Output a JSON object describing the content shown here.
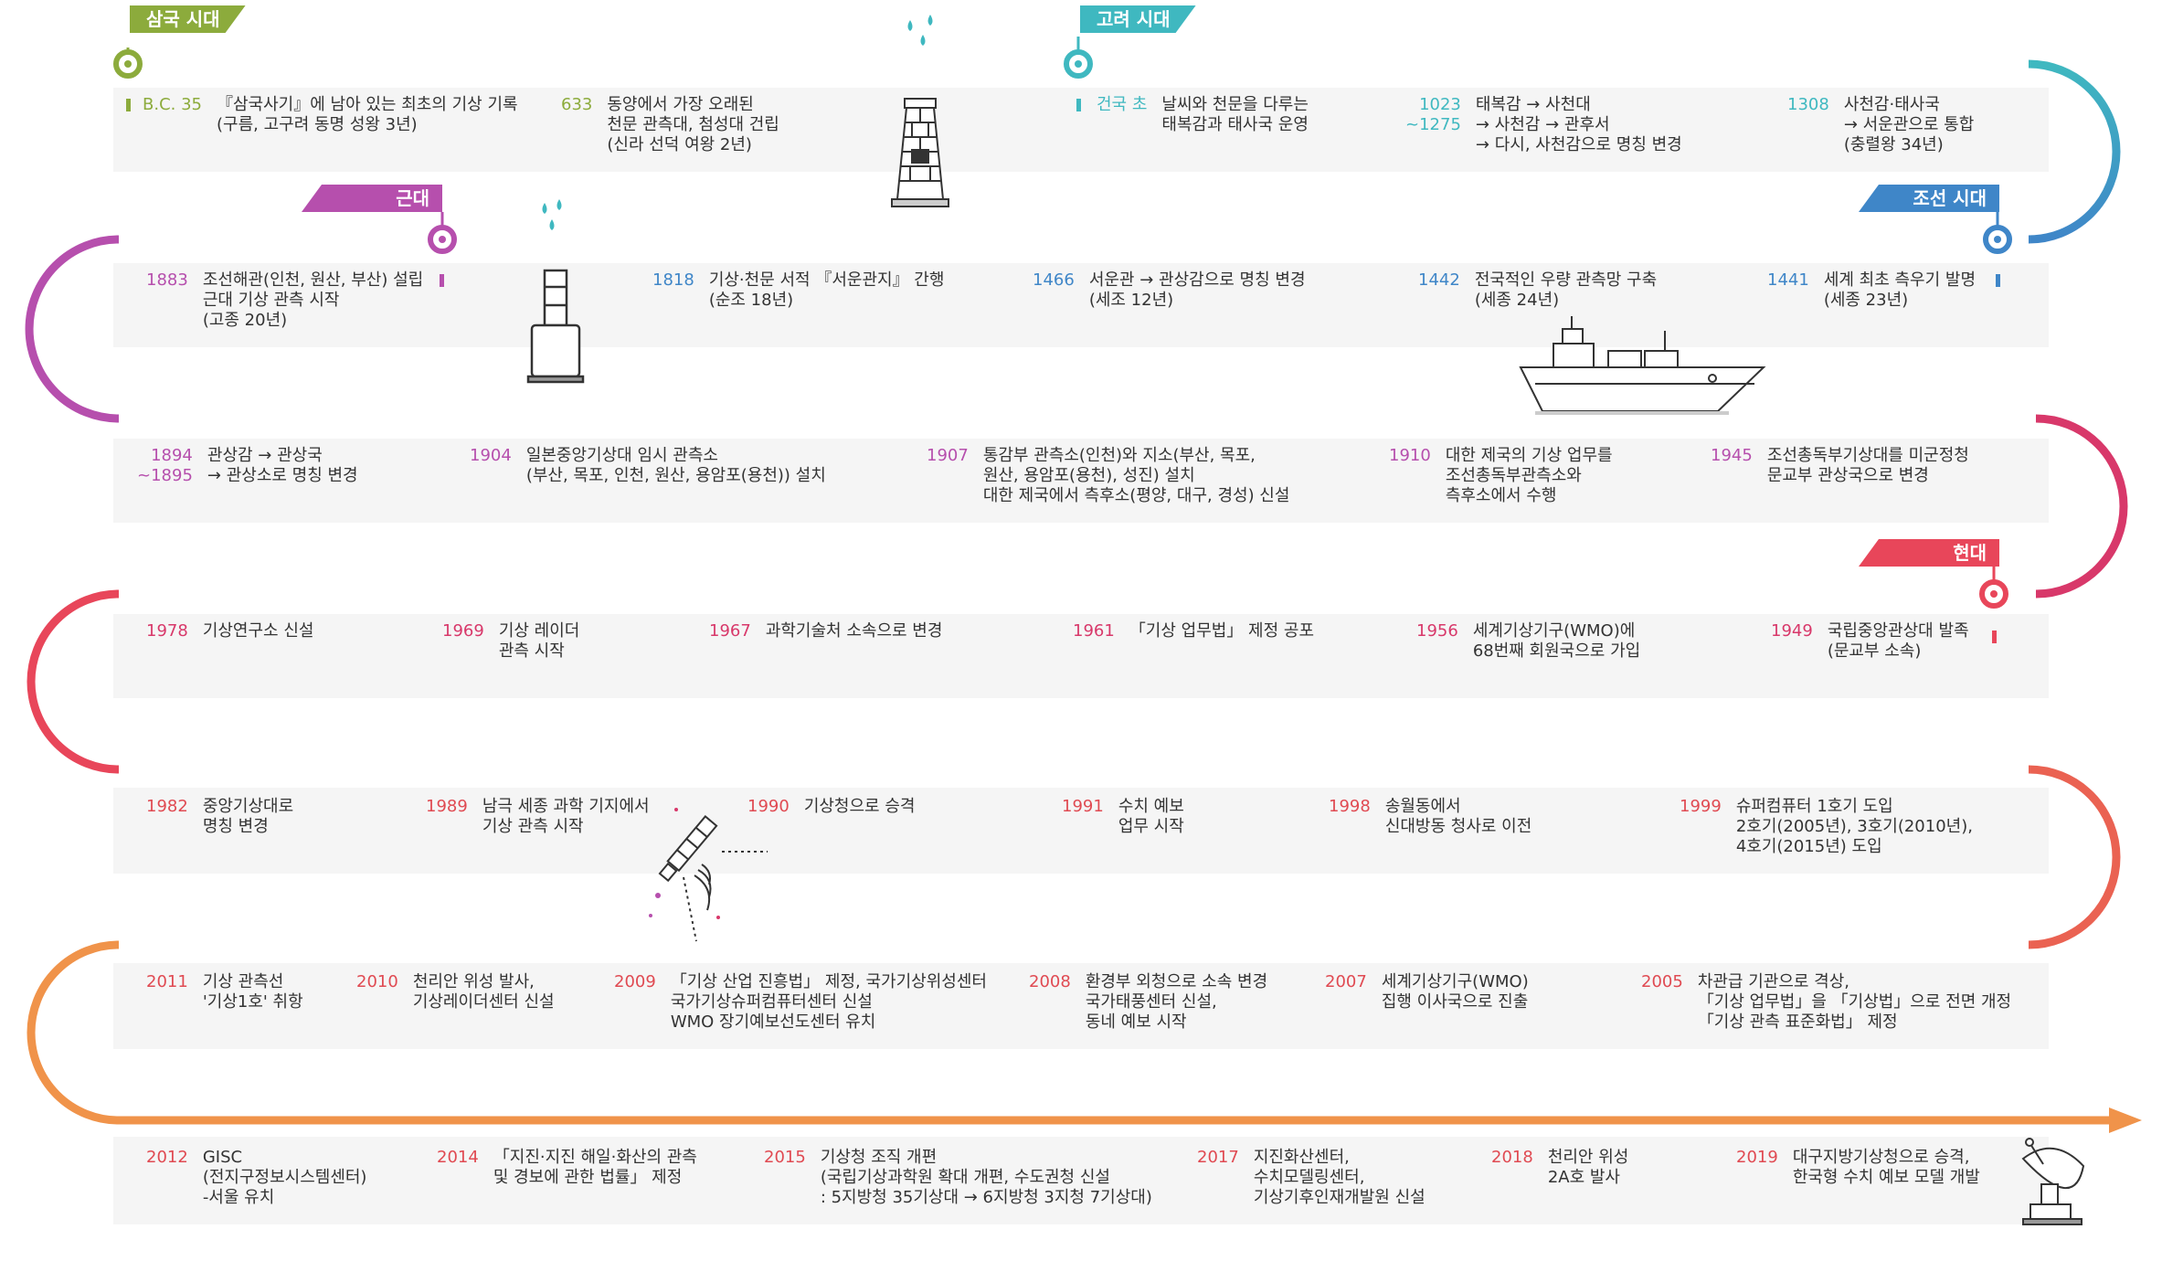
{
  "colors": {
    "olive": "#8cab3c",
    "teal": "#3fb8c0",
    "blue": "#3f86c8",
    "purple": "#b64fad",
    "pink": "#d8386a",
    "red": "#e8465a",
    "coral": "#ea6252",
    "orange": "#f0934a",
    "band": "#f5f5f5",
    "text": "#333333"
  },
  "eras": [
    {
      "label": "삼국 시대",
      "color": "#8cab3c"
    },
    {
      "label": "고려 시대",
      "color": "#3fb8c0"
    },
    {
      "label": "근대",
      "color": "#b64fad"
    },
    {
      "label": "조선 시대",
      "color": "#3f86c8"
    },
    {
      "label": "현대",
      "color": "#e8465a"
    }
  ],
  "rows": [
    {
      "color": "#8cab3c",
      "entries": [
        {
          "year": [
            "B.C. 35"
          ],
          "text": [
            "『삼국사기』에 남아 있는 최초의 기상 기록",
            "(구름, 고구려 동명 성왕 3년)"
          ],
          "yearColor": "#8cab3c"
        },
        {
          "year": [
            "633"
          ],
          "text": [
            "동양에서 가장 오래된",
            "천문 관측대, 첨성대 건립",
            "(신라 선덕 여왕 2년)"
          ],
          "yearColor": "#8cab3c"
        },
        {
          "year": [
            "건국 초"
          ],
          "text": [
            "날씨와 천문을 다루는",
            "태복감과 태사국 운영"
          ],
          "yearColor": "#3fb8c0"
        },
        {
          "year": [
            "1023",
            "~1275"
          ],
          "text": [
            "태복감 → 사천대",
            "→ 사천감 → 관후서",
            "→ 다시, 사천감으로 명칭 변경"
          ],
          "yearColor": "#3fb8c0"
        },
        {
          "year": [
            "1308"
          ],
          "text": [
            "사천감·태사국",
            "→ 서운관으로 통합",
            "(충렬왕 34년)"
          ],
          "yearColor": "#3fb8c0"
        }
      ]
    },
    {
      "color": "#3f86c8",
      "entries": [
        {
          "year": [
            "1883"
          ],
          "text": [
            "조선해관(인천, 원산, 부산) 설립",
            "근대 기상 관측 시작",
            "(고종 20년)"
          ],
          "yearColor": "#b64fad"
        },
        {
          "year": [
            "1818"
          ],
          "text": [
            "기상·천문 서적 『서운관지』 간행",
            "(순조 18년)"
          ],
          "yearColor": "#3f86c8"
        },
        {
          "year": [
            "1466"
          ],
          "text": [
            "서운관 → 관상감으로 명칭 변경",
            "(세조 12년)"
          ],
          "yearColor": "#3f86c8"
        },
        {
          "year": [
            "1442"
          ],
          "text": [
            "전국적인 우량 관측망 구축",
            "(세종 24년)"
          ],
          "yearColor": "#3f86c8"
        },
        {
          "year": [
            "1441"
          ],
          "text": [
            "세계 최초 측우기 발명",
            "(세종 23년)"
          ],
          "yearColor": "#3f86c8"
        }
      ]
    },
    {
      "color": "#b64fad",
      "entries": [
        {
          "year": [
            "1894",
            "~1895"
          ],
          "text": [
            "관상감 → 관상국",
            " → 관상소로 명칭 변경"
          ],
          "yearColor": "#b64fad"
        },
        {
          "year": [
            "1904"
          ],
          "text": [
            "일본중앙기상대 임시 관측소",
            "(부산, 목포, 인천, 원산, 용암포(용천)) 설치"
          ],
          "yearColor": "#b64fad"
        },
        {
          "year": [
            "1907"
          ],
          "text": [
            "통감부 관측소(인천)와 지소(부산, 목포,",
            "원산, 용암포(용천), 성진) 설치",
            "대한 제국에서 측후소(평양, 대구, 경성) 신설"
          ],
          "yearColor": "#b64fad"
        },
        {
          "year": [
            "1910"
          ],
          "text": [
            "대한 제국의 기상 업무를",
            "조선총독부관측소와",
            "측후소에서 수행"
          ],
          "yearColor": "#b64fad"
        },
        {
          "year": [
            "1945"
          ],
          "text": [
            "조선총독부기상대를 미군정청",
            "문교부 관상국으로 변경"
          ],
          "yearColor": "#b64fad"
        }
      ]
    },
    {
      "color": "#d8386a",
      "entries": [
        {
          "year": [
            "1978"
          ],
          "text": [
            "기상연구소 신설"
          ],
          "yearColor": "#d8386a"
        },
        {
          "year": [
            "1969"
          ],
          "text": [
            "기상 레이더",
            "관측 시작"
          ],
          "yearColor": "#d8386a"
        },
        {
          "year": [
            "1967"
          ],
          "text": [
            "과학기술처 소속으로 변경"
          ],
          "yearColor": "#d8386a"
        },
        {
          "year": [
            "1961"
          ],
          "text": [
            "「기상 업무법」 제정 공포"
          ],
          "yearColor": "#d8386a"
        },
        {
          "year": [
            "1956"
          ],
          "text": [
            "세계기상기구(WMO)에",
            "68번째 회원국으로 가입"
          ],
          "yearColor": "#d8386a"
        },
        {
          "year": [
            "1949"
          ],
          "text": [
            "국립중앙관상대 발족",
            "(문교부 소속)"
          ],
          "yearColor": "#d8386a"
        }
      ]
    },
    {
      "color": "#e8465a",
      "entries": [
        {
          "year": [
            "1982"
          ],
          "text": [
            "중앙기상대로",
            "명칭 변경"
          ],
          "yearColor": "#e04a52"
        },
        {
          "year": [
            "1989"
          ],
          "text": [
            "남극 세종 과학 기지에서",
            "기상 관측 시작"
          ],
          "yearColor": "#e04a52"
        },
        {
          "year": [
            "1990"
          ],
          "text": [
            "기상청으로 승격"
          ],
          "yearColor": "#e04a52"
        },
        {
          "year": [
            "1991"
          ],
          "text": [
            "수치 예보",
            "업무 시작"
          ],
          "yearColor": "#e04a52"
        },
        {
          "year": [
            "1998"
          ],
          "text": [
            "송월동에서",
            "신대방동 청사로 이전"
          ],
          "yearColor": "#e04a52"
        },
        {
          "year": [
            "1999"
          ],
          "text": [
            "슈퍼컴퓨터 1호기 도입",
            "2호기(2005년), 3호기(2010년),",
            "4호기(2015년) 도입"
          ],
          "yearColor": "#e04a52"
        }
      ]
    },
    {
      "color": "#ea6252",
      "entries": [
        {
          "year": [
            "2011"
          ],
          "text": [
            "기상 관측선",
            "'기상1호' 취항"
          ],
          "yearColor": "#e04a52"
        },
        {
          "year": [
            "2010"
          ],
          "text": [
            "천리안 위성 발사,",
            "기상레이더센터 신설"
          ],
          "yearColor": "#e04a52"
        },
        {
          "year": [
            "2009"
          ],
          "text": [
            "「기상 산업 진흥법」 제정, 국가기상위성센터",
            "국가기상슈퍼컴퓨터센터 신설",
            "WMO 장기예보선도센터 유치"
          ],
          "yearColor": "#e04a52"
        },
        {
          "year": [
            "2008"
          ],
          "text": [
            "환경부 외청으로 소속 변경",
            "국가태풍센터 신설,",
            "동네 예보 시작"
          ],
          "yearColor": "#e04a52"
        },
        {
          "year": [
            "2007"
          ],
          "text": [
            "세계기상기구(WMO)",
            "집행 이사국으로 진출"
          ],
          "yearColor": "#e04a52"
        },
        {
          "year": [
            "2005"
          ],
          "text": [
            "차관급 기관으로 격상,",
            "「기상 업무법」을 「기상법」으로 전면 개정",
            "「기상 관측 표준화법」 제정"
          ],
          "yearColor": "#e04a52"
        }
      ]
    },
    {
      "color": "#f0934a",
      "entries": [
        {
          "year": [
            "2012"
          ],
          "text": [
            "GISC",
            "(전지구정보시스템센터)",
            "-서울 유치"
          ],
          "yearColor": "#e04a52"
        },
        {
          "year": [
            "2014"
          ],
          "text": [
            "「지진·지진 해일·화산의 관측",
            "및 경보에 관한 법률」 제정"
          ],
          "yearColor": "#e04a52"
        },
        {
          "year": [
            "2015"
          ],
          "text": [
            "기상청 조직 개편",
            "(국립기상과학원 확대 개편, 수도권청 신설",
            ": 5지방청 35기상대 → 6지방청 3지청 7기상대)"
          ],
          "yearColor": "#e04a52"
        },
        {
          "year": [
            "2017"
          ],
          "text": [
            "지진화산센터,",
            "수치모델링센터,",
            "기상기후인재개발원 신설"
          ],
          "yearColor": "#e04a52"
        },
        {
          "year": [
            "2018"
          ],
          "text": [
            "천리안 위성",
            "2A호 발사"
          ],
          "yearColor": "#e04a52"
        },
        {
          "year": [
            "2019"
          ],
          "text": [
            "대구지방기상청으로 승격,",
            "한국형 수치 예보 모델 개발"
          ],
          "yearColor": "#e04a52"
        }
      ]
    }
  ],
  "icons": [
    "cheomseongdae-icon",
    "rain-drops-icon",
    "rain-gauge-icon",
    "ship-icon",
    "satellite-icon",
    "dish-antenna-icon"
  ]
}
